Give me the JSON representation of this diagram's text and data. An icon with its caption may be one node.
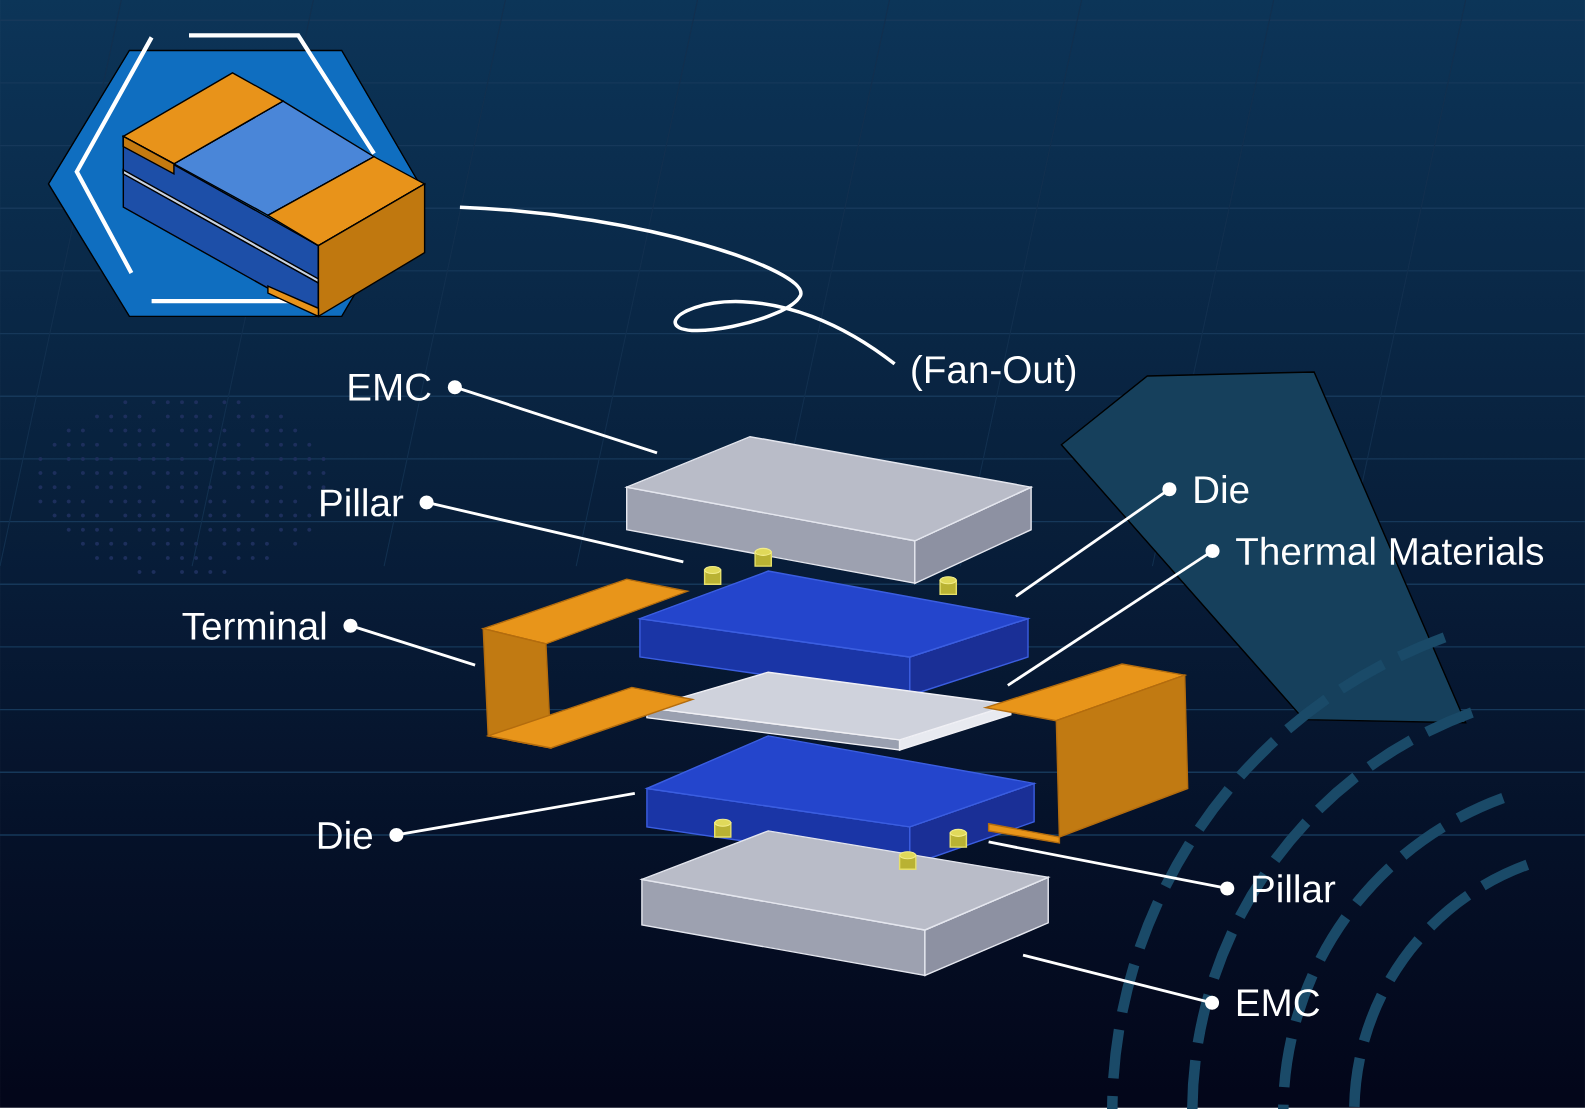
{
  "diagram": {
    "nodes": [
      {
        "text": [
          "EMC"
        ]
      },
      {
        "text": [
          "Die"
        ]
      },
      {
        "text": [
          "Pillar"
        ]
      },
      {
        "text": [
          "Thermal Materials"
        ]
      },
      {
        "text": [
          "Terminal"
        ]
      },
      {
        "text": [
          "Die"
        ]
      },
      {
        "text": [
          "Pillar"
        ]
      },
      {
        "text": [
          "EMC"
        ]
      }
    ],
    "edges": [
      {
        "from": 0,
        "to": null,
        "arrow": "other"
      },
      {
        "from": 1,
        "to": null,
        "arrow": "other"
      },
      {
        "from": 2,
        "to": null,
        "arrow": "other"
      },
      {
        "from": 3,
        "to": null,
        "arrow": "other"
      },
      {
        "from": 4,
        "to": null,
        "arrow": "other"
      },
      {
        "from": 5,
        "to": null,
        "arrow": "other"
      },
      {
        "from": 6,
        "to": null,
        "arrow": "other"
      },
      {
        "from": 7,
        "to": null,
        "arrow": "other"
      }
    ],
    "labels": [
      "(Fan-Out)"
    ]
  }
}
